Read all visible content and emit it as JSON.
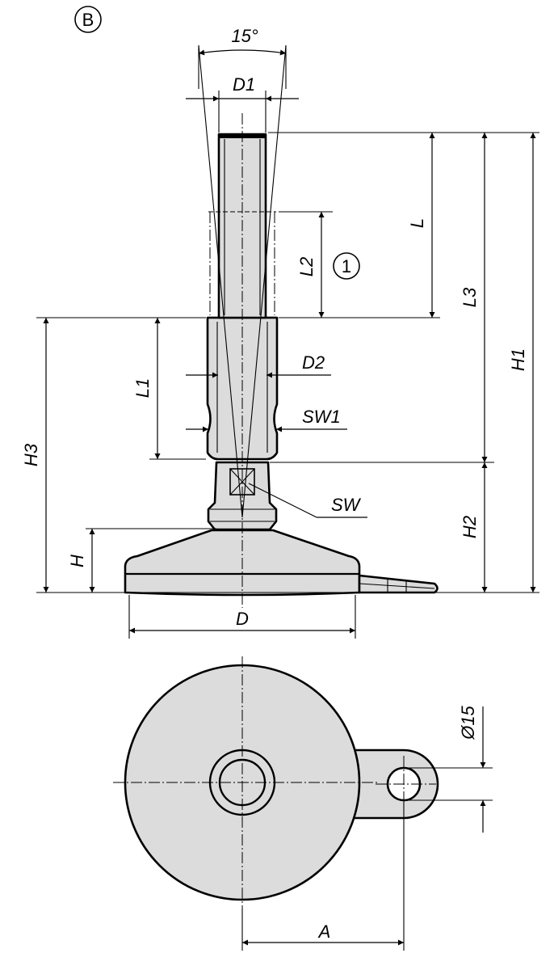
{
  "view_marker": "B",
  "callout": "1",
  "dimensions": {
    "angle": "15°",
    "D1": "D1",
    "D2": "D2",
    "SW1": "SW1",
    "SW": "SW",
    "L": "L",
    "L1": "L1",
    "L2": "L2",
    "L3": "L3",
    "H": "H",
    "H1": "H1",
    "H2": "H2",
    "H3": "H3",
    "D": "D",
    "hole_diameter": "Ø15",
    "A": "A"
  }
}
